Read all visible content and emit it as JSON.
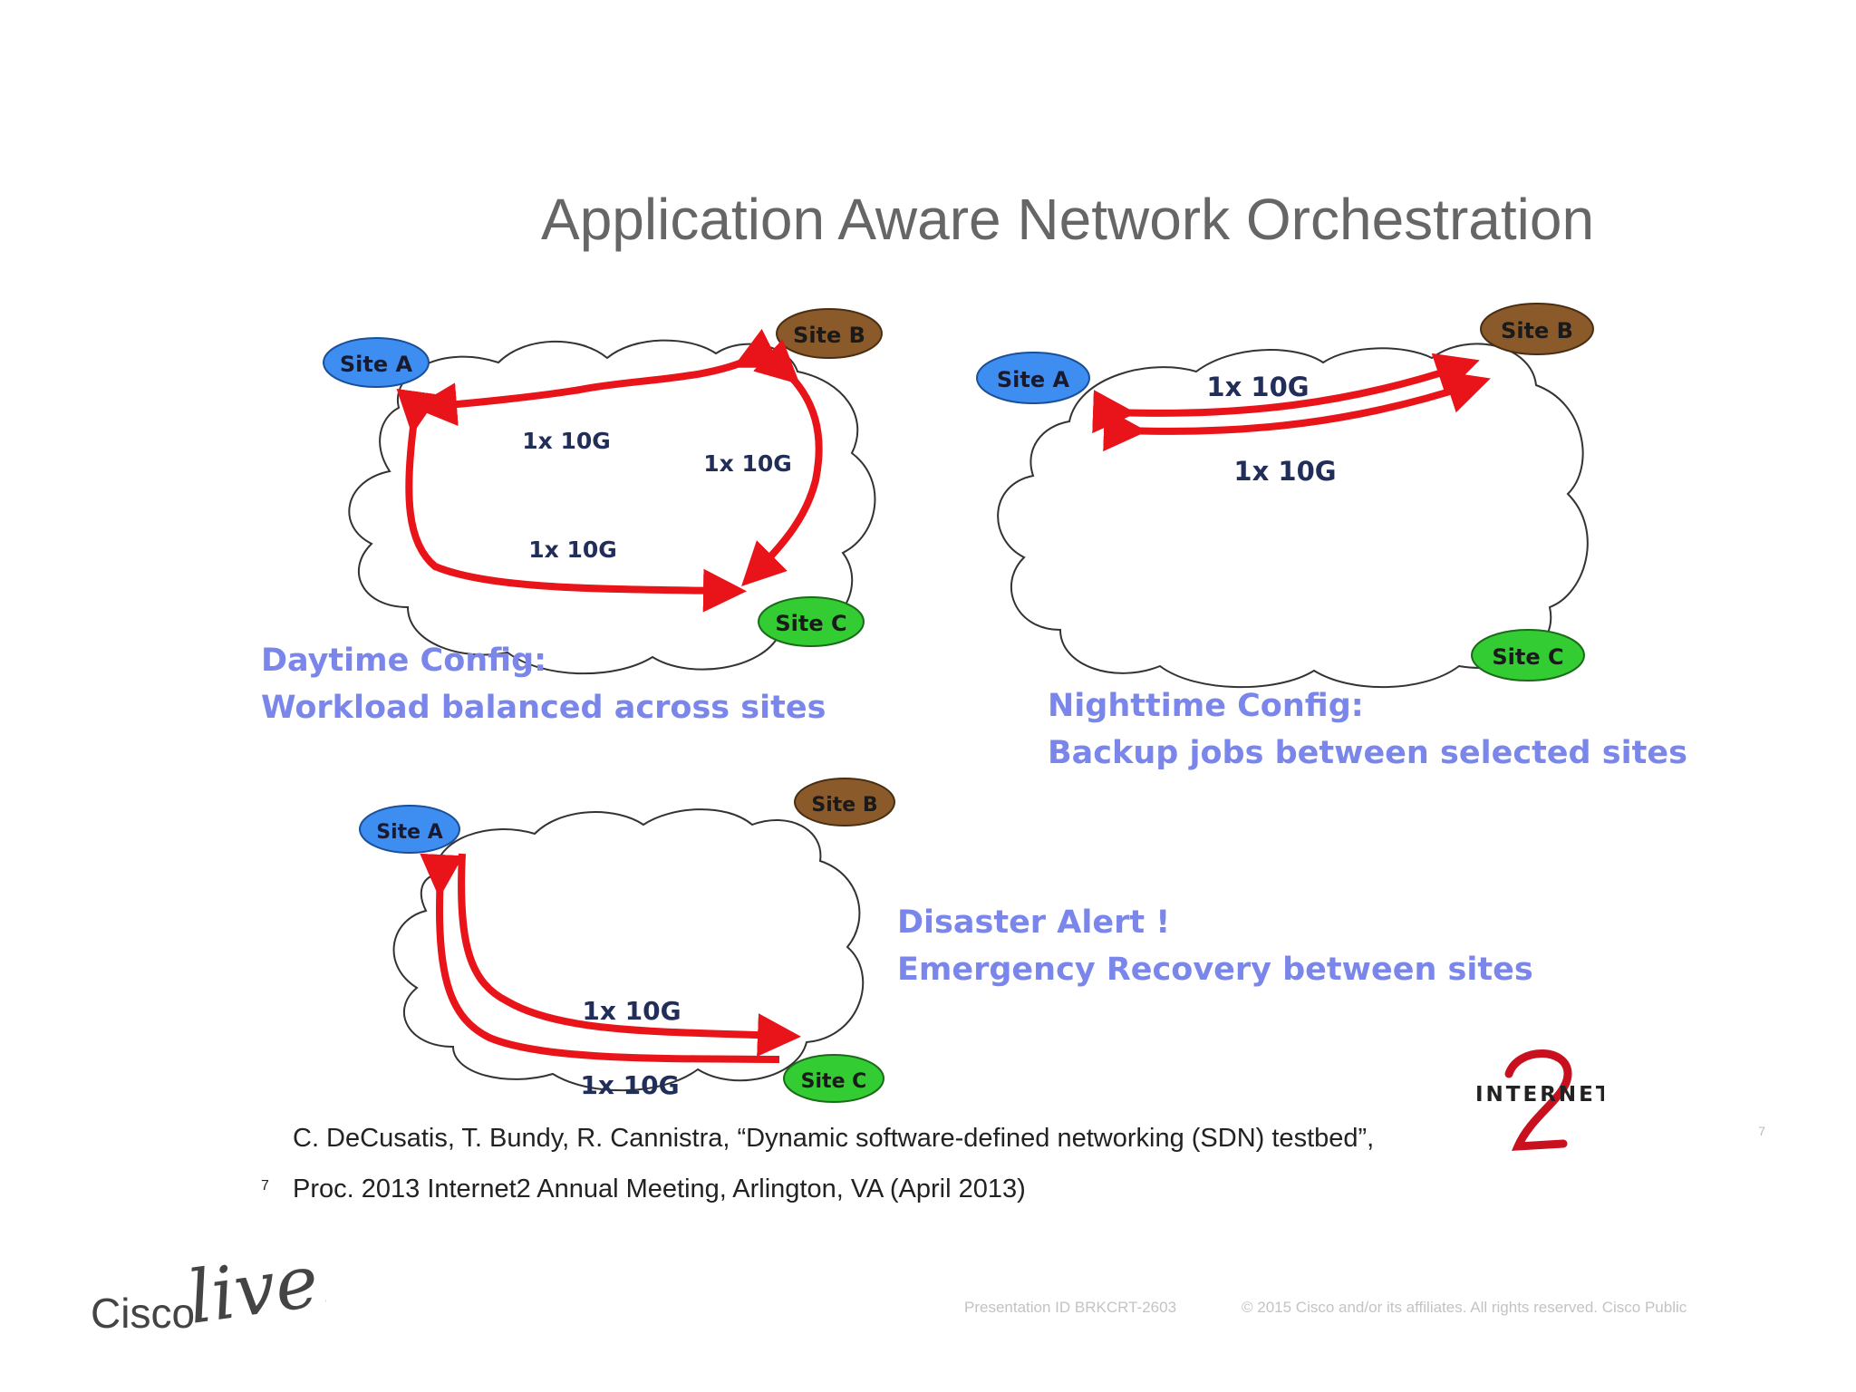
{
  "slide": {
    "title": "Application Aware Network Orchestration",
    "page_number": "7"
  },
  "labels": {
    "site_a": "Site A",
    "site_b": "Site B",
    "site_c": "Site C",
    "link": "1x 10G"
  },
  "colors": {
    "site_a": "#3d8ef0",
    "site_b": "#8b5a2b",
    "site_c": "#33cc33",
    "arrow": "#e8141a",
    "caption": "#7a86ea"
  },
  "daytime": {
    "line1": "Daytime Config:",
    "line2": "Workload balanced across sites"
  },
  "nighttime": {
    "line1": "Nighttime Config:",
    "line2": "Backup jobs between selected sites"
  },
  "disaster": {
    "line1": "Disaster Alert !",
    "line2": "Emergency Recovery between sites"
  },
  "reference": {
    "marker": "7",
    "line1": "C. DeCusatis, T. Bundy, R. Cannistra, “Dynamic software-defined networking (SDN) testbed”,",
    "line2": "Proc. 2013 Internet2 Annual Meeting, Arlington, VA (April 2013)"
  },
  "footer": {
    "presentation_id": "Presentation ID BRKCRT-2603",
    "copyright": "© 2015  Cisco and/or its affiliates. All rights reserved.   Cisco Public"
  },
  "logos": {
    "cisco_brand": "Cisco",
    "cisco_live": "live!",
    "internet2": "INTERNET"
  }
}
